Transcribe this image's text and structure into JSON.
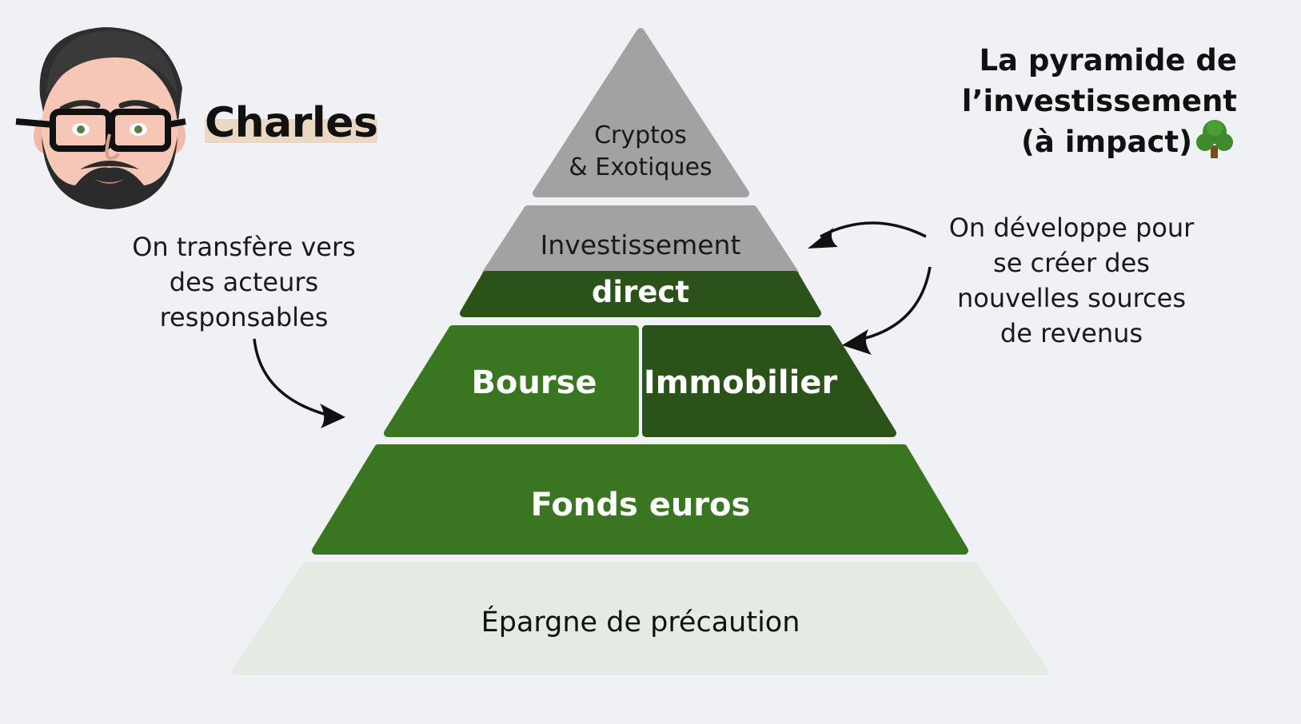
{
  "author": {
    "name": "Charles",
    "avatar": "memoji-avatar-bearded-man-glasses"
  },
  "title": {
    "line1": [
      {
        "text": "La ",
        "bold": false
      },
      {
        "text": "pyramide",
        "bold": true
      },
      {
        "text": " de",
        "bold": false
      }
    ],
    "line2": [
      {
        "text": "l’",
        "bold": false
      },
      {
        "text": "investissement",
        "bold": true
      }
    ],
    "line3": [
      {
        "text": "(à impact)",
        "bold": true
      }
    ],
    "icon": "tree-icon"
  },
  "notes": {
    "left": "On transfère vers\ndes acteurs\nresponsables",
    "right": "On développe pour\nse créer des\nnouvelles sources\nde revenus"
  },
  "pyramid": {
    "crypto": {
      "line1": "Cryptos",
      "line2": "& Exotiques"
    },
    "investissement": "Investissement",
    "direct": "direct",
    "bourse": "Bourse",
    "immobilier": "Immobilier",
    "fonds": "Fonds euros",
    "epargne": "Épargne de précaution"
  },
  "colors": {
    "background": "#f0f1f5",
    "gray": "#a2a2a2",
    "dark_green": "#2a5219",
    "green": "#3a7621",
    "pale_green": "#e4ebe2",
    "highlight": "#ead8c5",
    "text_dark": "#111111",
    "text_light": "#ffffff"
  }
}
